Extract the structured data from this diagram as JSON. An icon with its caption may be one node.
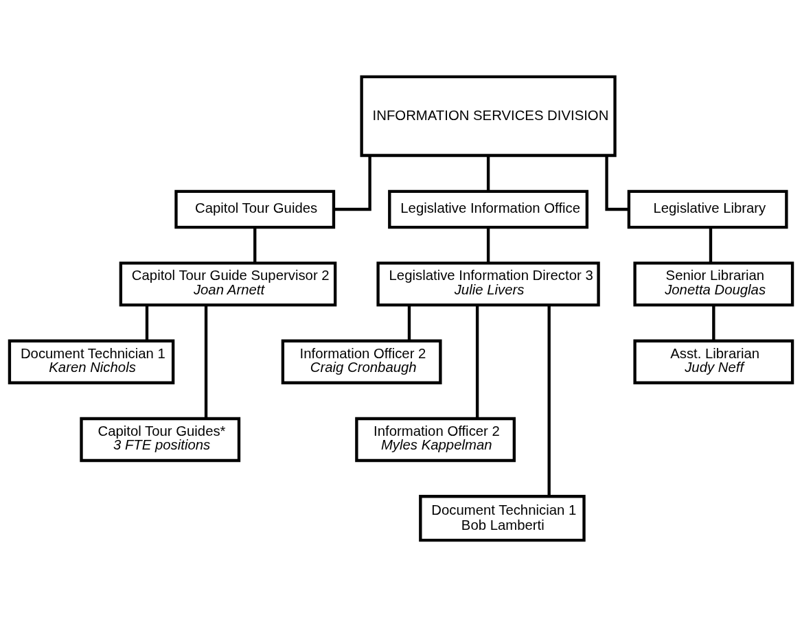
{
  "diagram": {
    "nodes": [
      {
        "text": [
          "INFORMATION SERVICES DIVISION"
        ]
      },
      {
        "text": [
          "Capitol Tour Guides"
        ]
      },
      {
        "text": [
          "Legislative Information Office"
        ]
      },
      {
        "text": [
          "Legislative Library"
        ]
      },
      {
        "text": [
          "Capitol Tour Guide Supervisor 2",
          "Joan Arnett"
        ]
      },
      {
        "text": [
          "Legislative Information Director 3",
          "Julie Livers"
        ]
      },
      {
        "text": [
          "Senior Librarian",
          "Jonetta Douglas"
        ]
      },
      {
        "text": [
          "Document Technician 1",
          "Karen Nichols"
        ]
      },
      {
        "text": [
          "Capitol Tour Guides*",
          "3 FTE positions"
        ]
      },
      {
        "text": [
          "Information Officer 2",
          "Craig Cronbaugh"
        ]
      },
      {
        "text": [
          "Information Officer 2",
          "Myles Kappelman"
        ]
      },
      {
        "text": [
          "Document Technician 1",
          "Bob Lamberti"
        ]
      },
      {
        "text": [
          "Asst. Librarian",
          "Judy Neff"
        ]
      }
    ],
    "edges": [
      {
        "from": 0,
        "to": 1,
        "arrow": "none"
      },
      {
        "from": 0,
        "to": 2,
        "arrow": "none"
      },
      {
        "from": 0,
        "to": 3,
        "arrow": "none"
      },
      {
        "from": 1,
        "to": 4,
        "arrow": "none"
      },
      {
        "from": 2,
        "to": 5,
        "arrow": "none"
      },
      {
        "from": 3,
        "to": 6,
        "arrow": "none"
      },
      {
        "from": 4,
        "to": 7,
        "arrow": "none"
      },
      {
        "from": 4,
        "to": 8,
        "arrow": "none"
      },
      {
        "from": 5,
        "to": 9,
        "arrow": "none"
      },
      {
        "from": 5,
        "to": 10,
        "arrow": "none"
      },
      {
        "from": 5,
        "to": 11,
        "arrow": "none"
      },
      {
        "from": 6,
        "to": 12,
        "arrow": "none"
      }
    ]
  }
}
